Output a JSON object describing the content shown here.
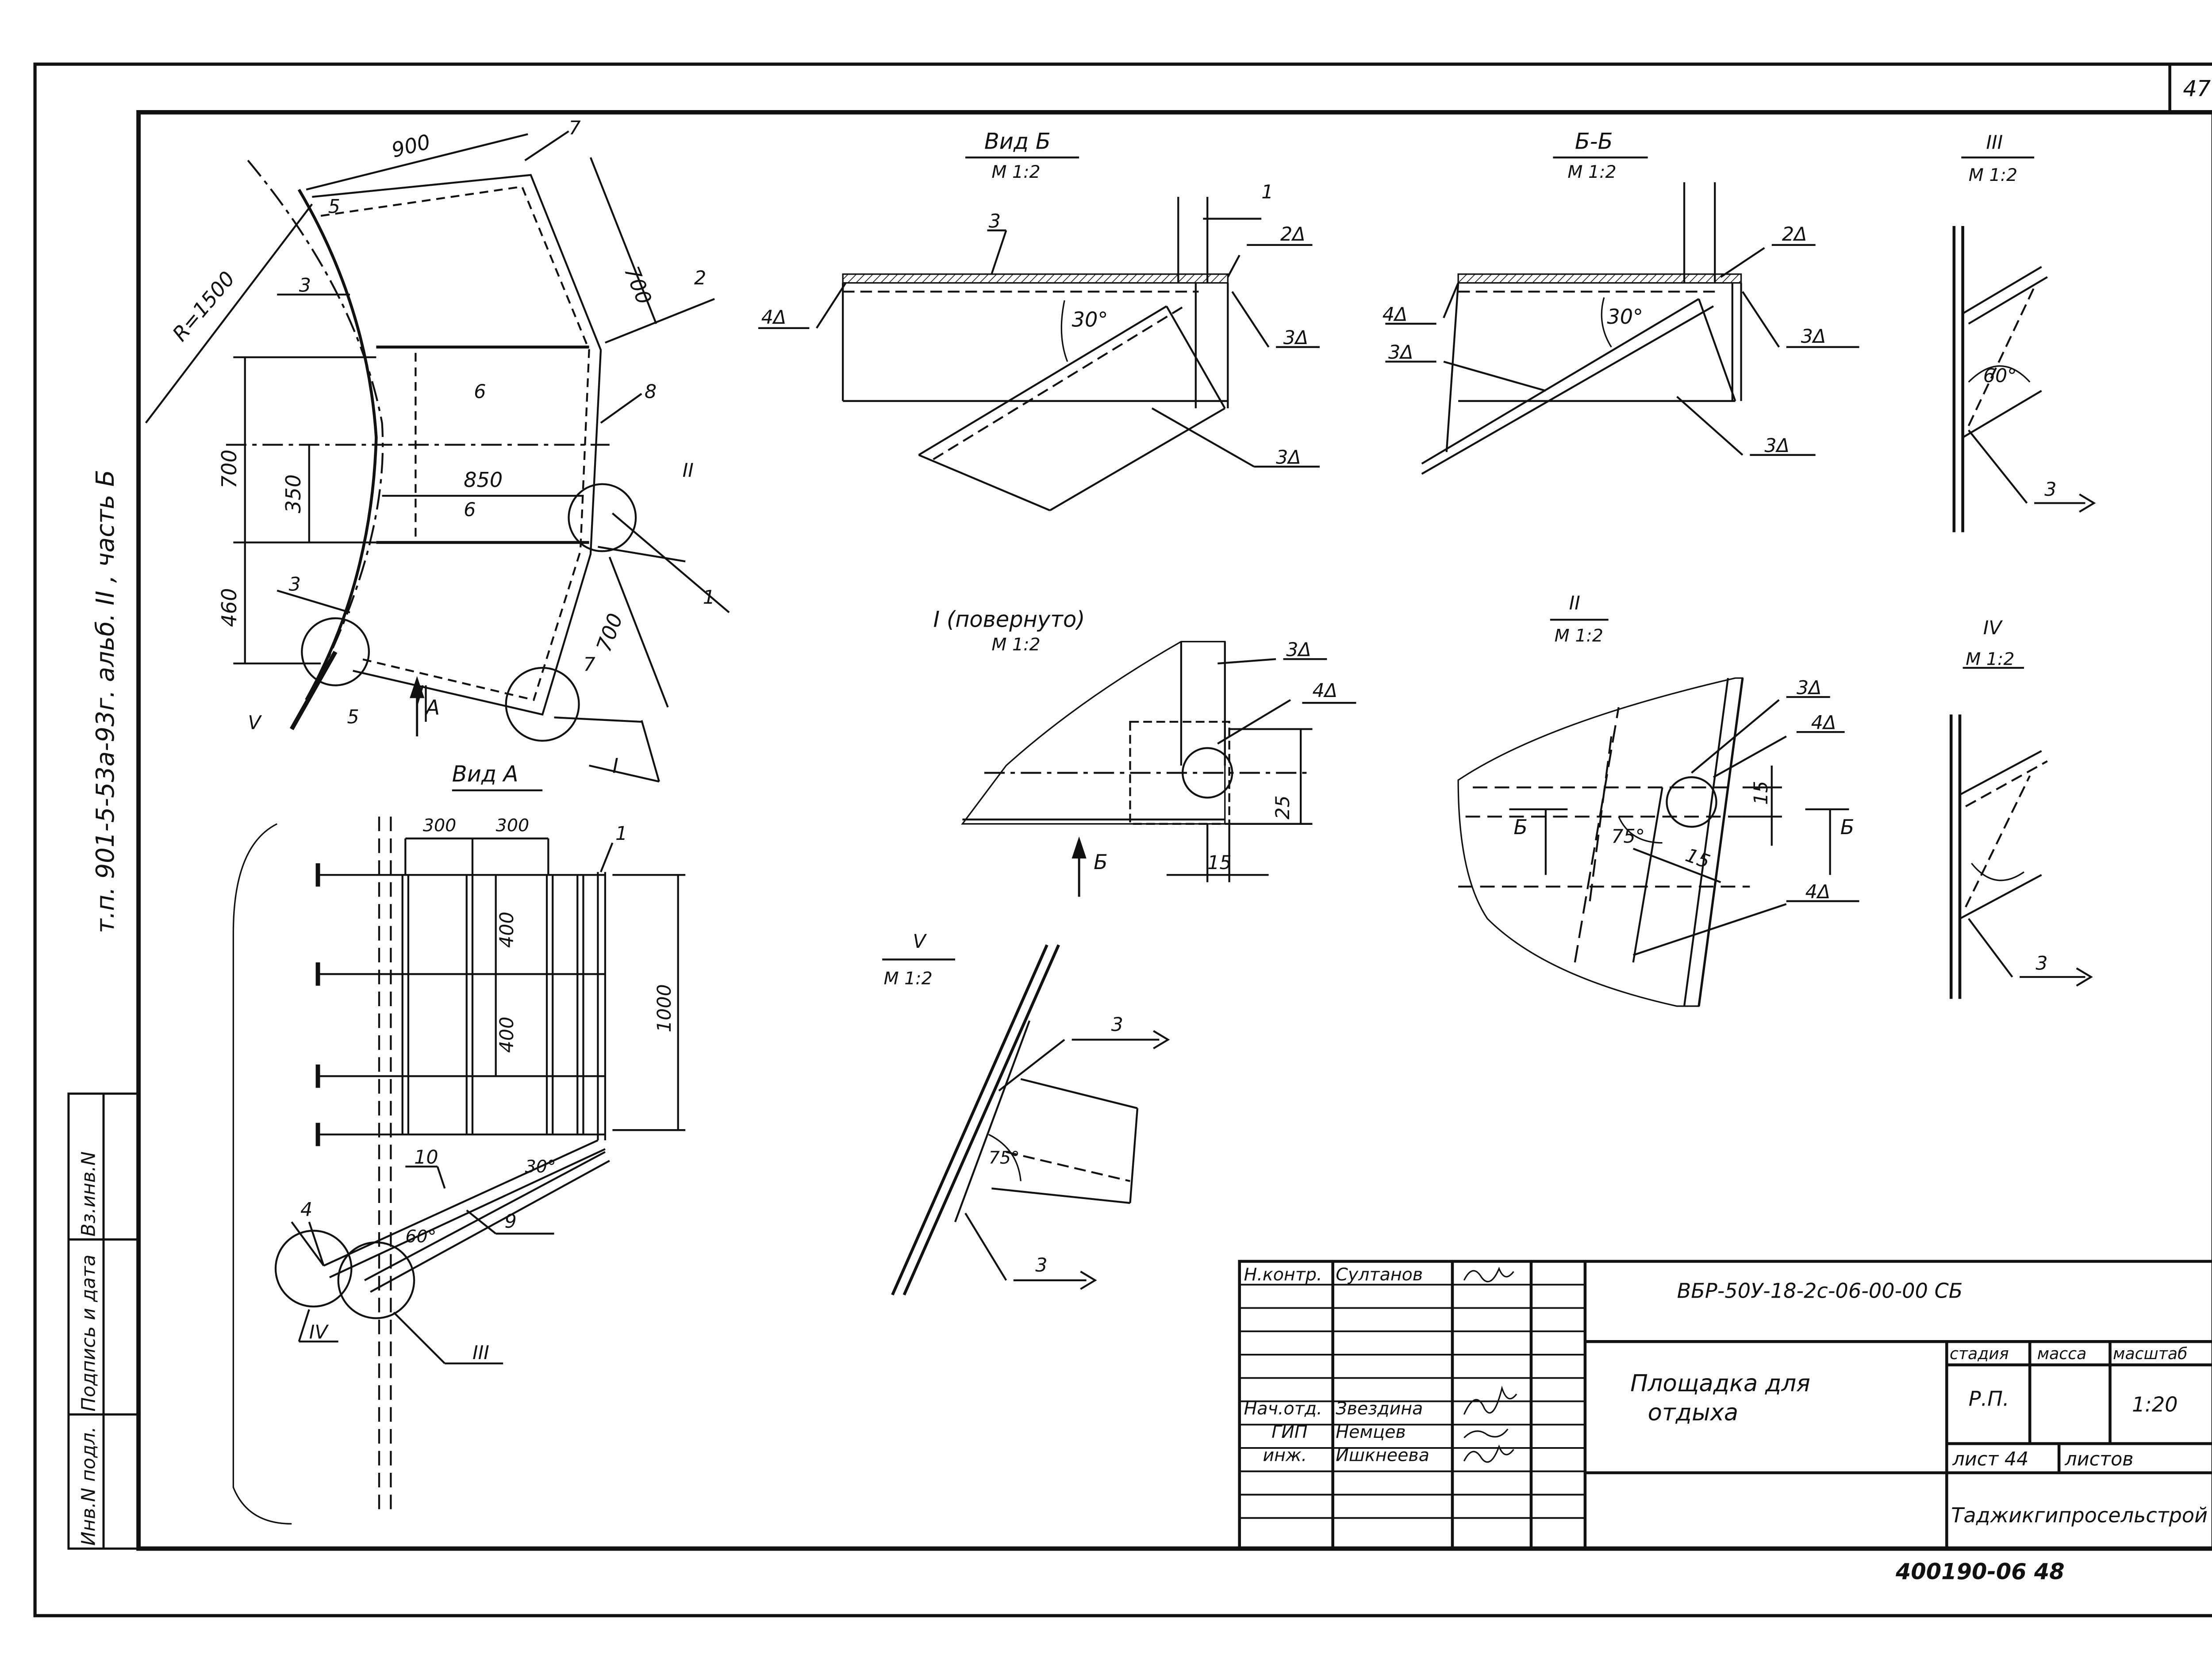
{
  "sheet_number": "47",
  "side_note": "т.п. 901-5-53а-93г.  альб. II , часть Б",
  "side_stamp": [
    "Инв.N подл.",
    "Подпись и дата",
    "Вз.инв.N"
  ],
  "plan": {
    "radius": "R=1500",
    "dims": [
      "900",
      "700",
      "700",
      "350",
      "850",
      "460",
      "700"
    ],
    "marks": [
      "7",
      "5",
      "3",
      "2",
      "8",
      "6",
      "6",
      "II",
      "1",
      "3",
      "7",
      "V",
      "5",
      "I"
    ],
    "arrow_label": "A"
  },
  "view_b": {
    "title": "Вид Б",
    "scale": "М 1:2",
    "angle": "30°",
    "marks": [
      "1",
      "3",
      "2Δ",
      "4Δ",
      "3Δ",
      "3Δ"
    ]
  },
  "section_bb": {
    "title": "Б-Б",
    "scale": "М 1:2",
    "angle": "30°",
    "marks": [
      "2Δ",
      "4Δ",
      "3Δ",
      "3Δ",
      "3Δ"
    ]
  },
  "detail_3": {
    "title": "III",
    "scale": "М 1:2",
    "angle": "60°",
    "mark": "3"
  },
  "detail_1": {
    "title": "I (повернуто)",
    "scale": "М 1:2",
    "marks": [
      "3Δ",
      "4Δ"
    ],
    "dims": [
      "25",
      "15"
    ],
    "arrow_label": "Б"
  },
  "detail_2": {
    "title": "II",
    "scale": "М 1:2",
    "marks": [
      "3Δ",
      "4Δ",
      "4Δ"
    ],
    "dims": [
      "15",
      "15"
    ],
    "angle": "75°",
    "section_labels": [
      "Б",
      "Б"
    ]
  },
  "detail_4": {
    "title": "IV",
    "scale": "М 1:2",
    "mark": "3"
  },
  "detail_5": {
    "title": "V",
    "scale": "М 1:2",
    "angle": "75°",
    "marks": [
      "3",
      "3"
    ]
  },
  "view_a": {
    "title": "Вид А",
    "dims": [
      "300",
      "300",
      "400",
      "400",
      "1000"
    ],
    "angles": [
      "30°",
      "60°"
    ],
    "marks": [
      "1",
      "10",
      "9",
      "4",
      "IV",
      "III"
    ]
  },
  "title_block": {
    "code": "ВБР-50У-18-2с-06-00-00 СБ",
    "name_line1": "Площадка  для",
    "name_line2": "отдыха",
    "roles": [
      "Н.контр.",
      "Нач.отд.",
      "ГИП",
      "инж."
    ],
    "people": [
      "Султанов",
      "Звездина",
      "Немцев",
      "Ишкнеева"
    ],
    "col_stage": "стадия",
    "col_mass": "масса",
    "col_scale": "масштаб",
    "stage": "Р.П.",
    "scale": "1:20",
    "sheet": "лист 44",
    "sheets": "листов",
    "org": "Таджикгипросельстрой"
  },
  "footer_code": "400190-06  48"
}
